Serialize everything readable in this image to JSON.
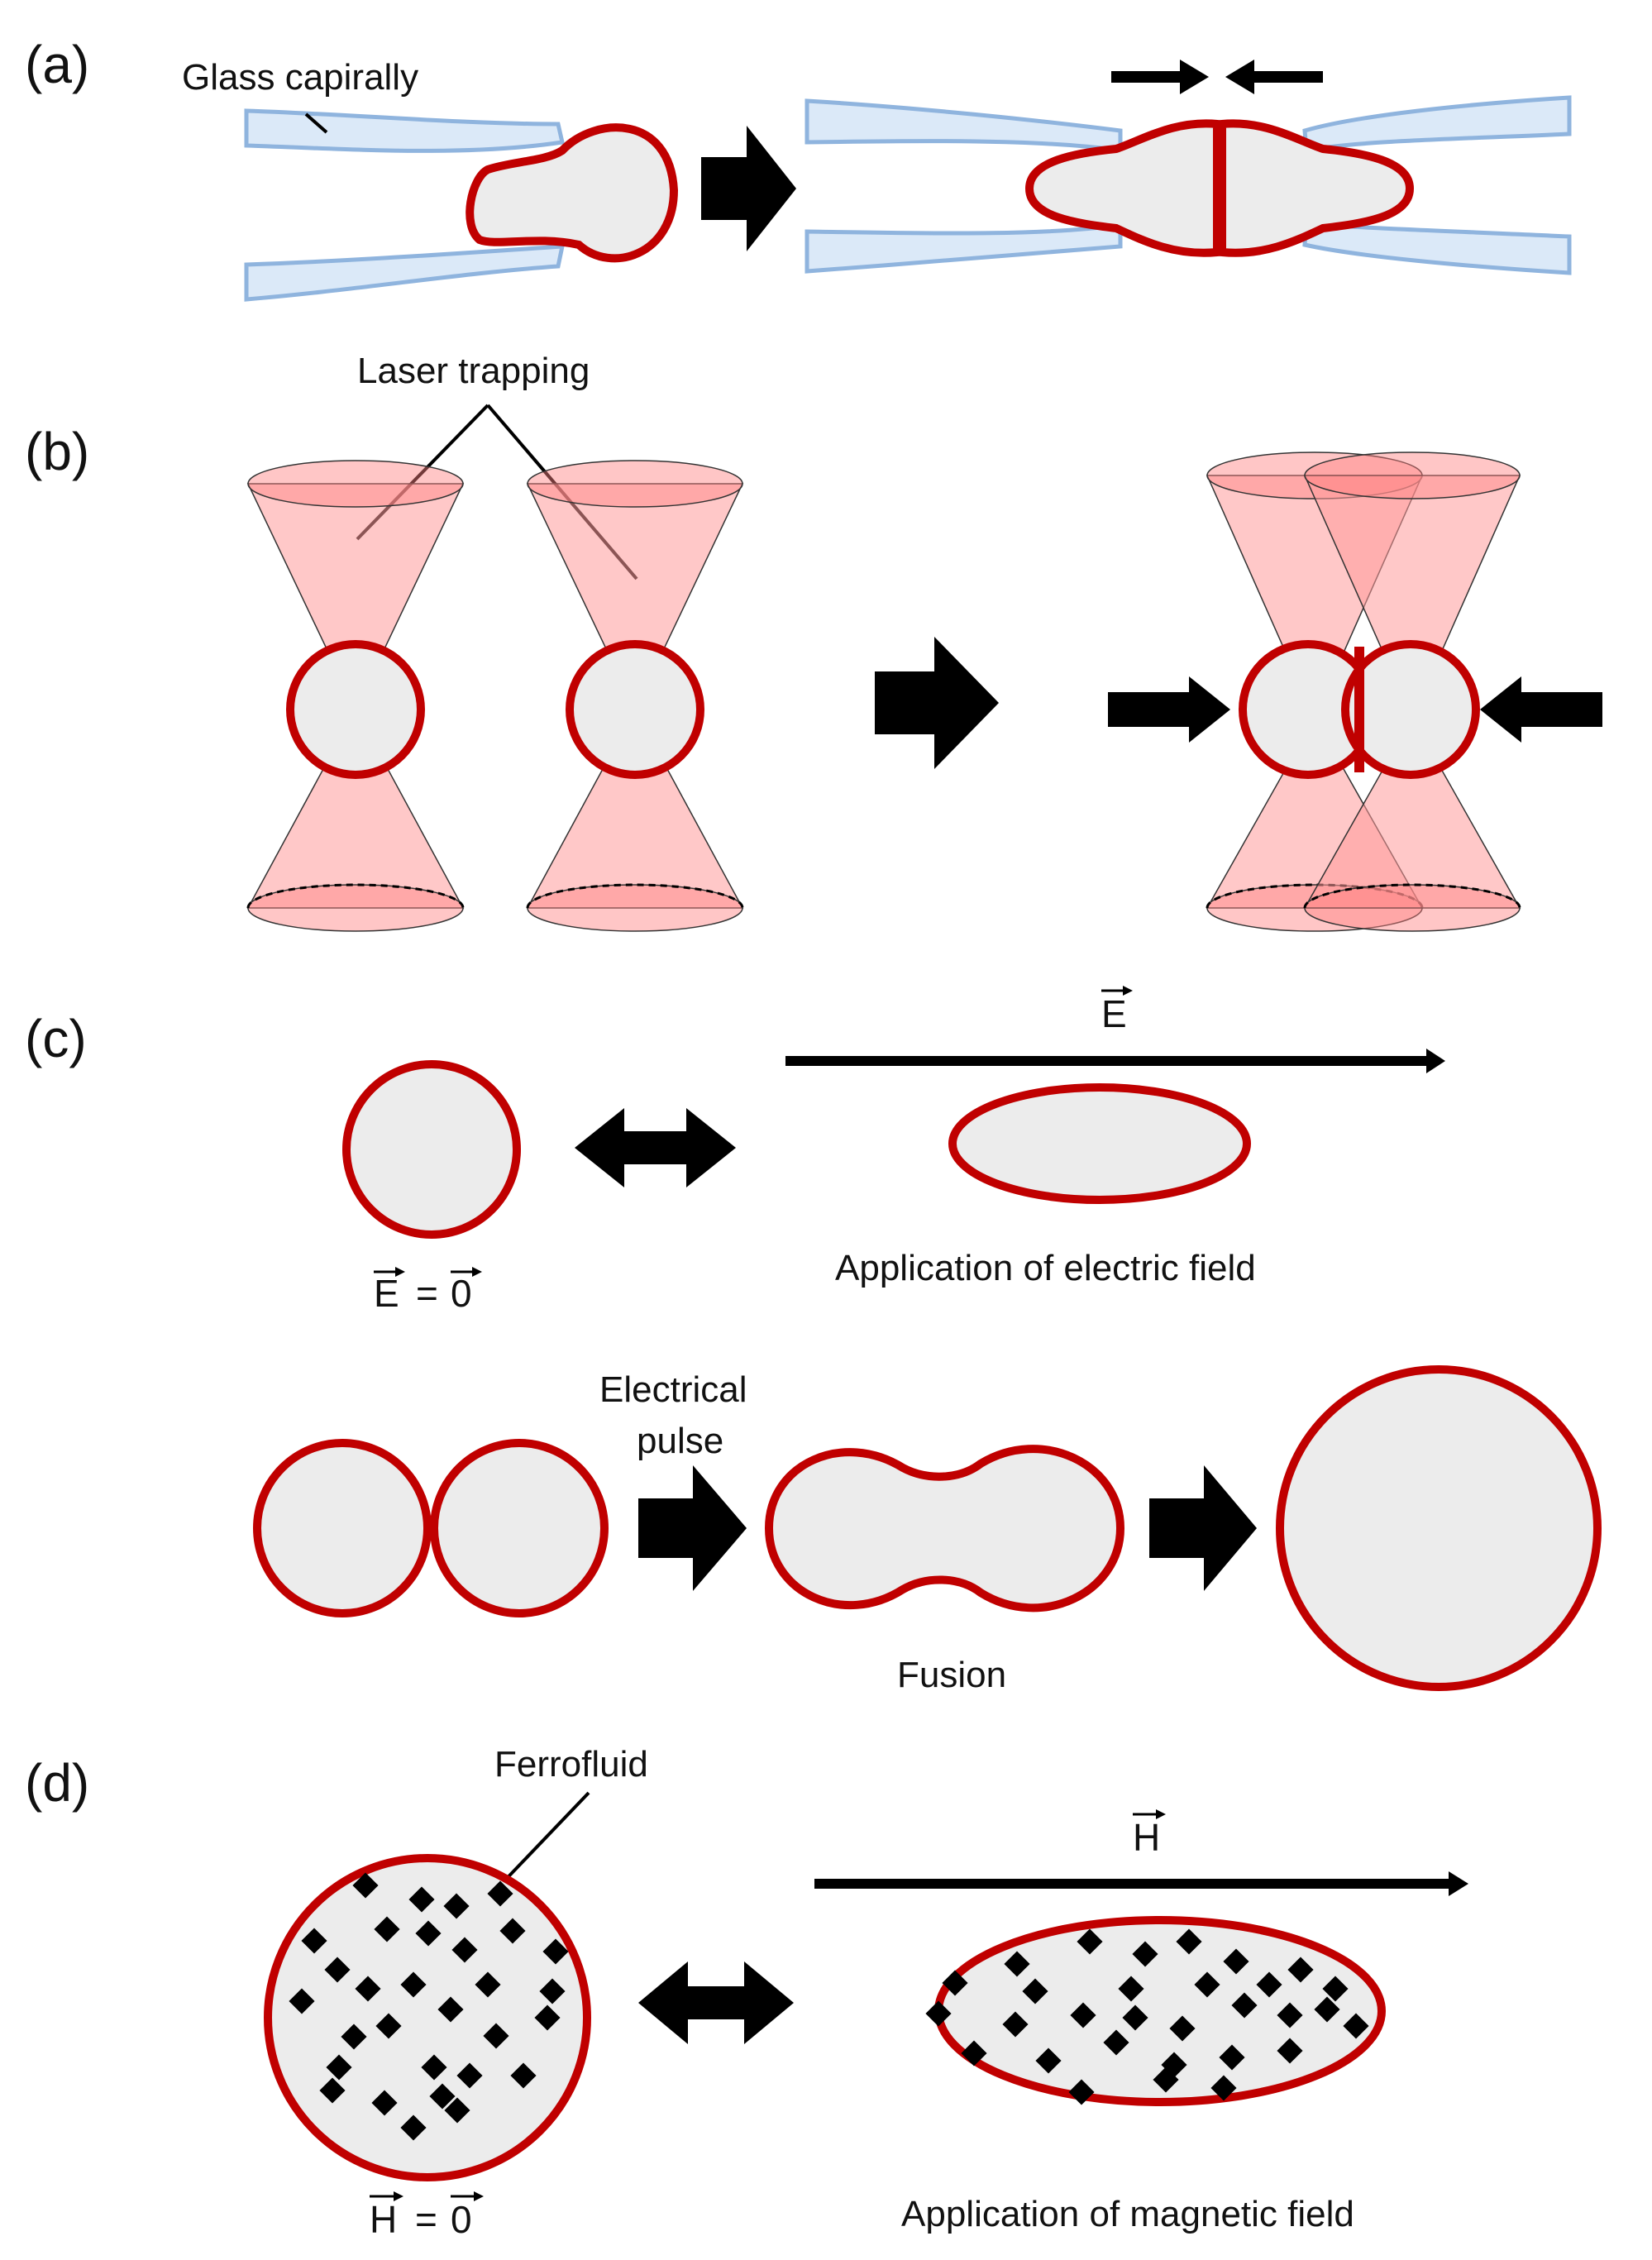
{
  "panels": {
    "a": {
      "label": "(a)",
      "capillary_label": "Glass capirally"
    },
    "b": {
      "label": "(b)",
      "laser_label": "Laser trapping"
    },
    "c": {
      "label": "(c)",
      "field_symbol": "E",
      "zero_symbol": "0",
      "equals": "=",
      "field_caption": "Application of electric field",
      "pulse_label_line1": "Electrical",
      "pulse_label_line2": "pulse",
      "fusion_label": "Fusion"
    },
    "d": {
      "label": "(d)",
      "ferrofluid_label": "Ferrofluid",
      "field_symbol": "H",
      "zero_symbol": "0",
      "equals": "=",
      "field_caption": "Application of magnetic field"
    }
  },
  "colors": {
    "membrane": "#c00000",
    "droplet_fill": "#ececec",
    "capillary_fill": "#dbe9f8",
    "laser_cone": "#ff9a9a",
    "arrow": "#000000"
  }
}
